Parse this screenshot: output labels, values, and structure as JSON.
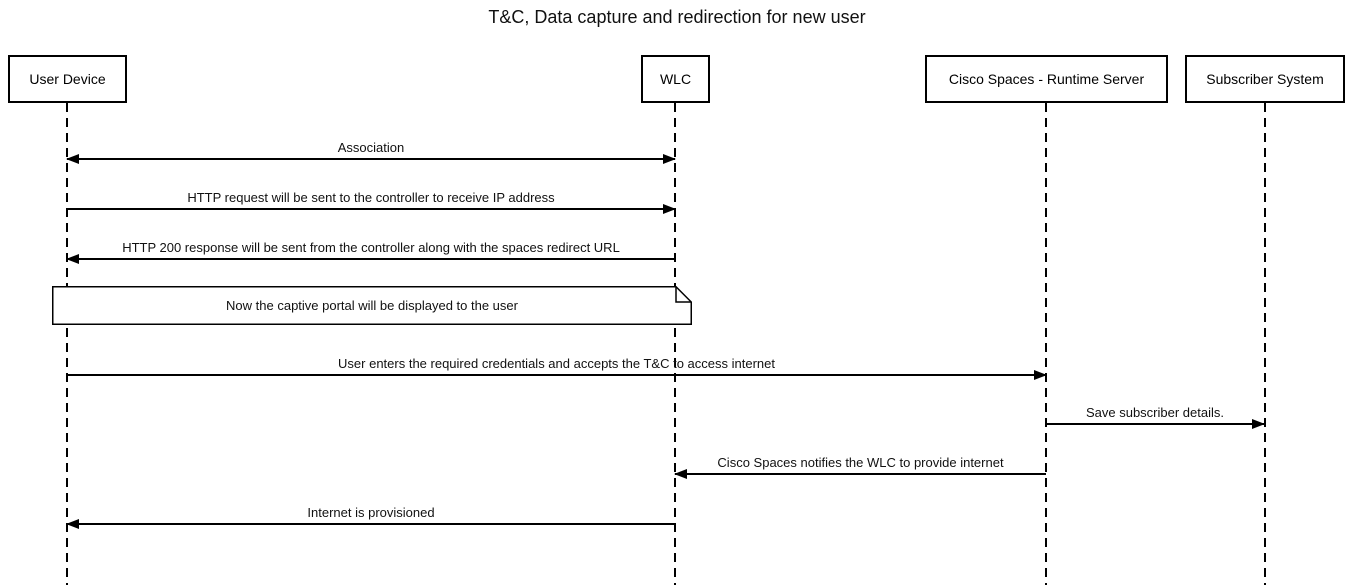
{
  "title": "T&C, Data capture and redirection for new user",
  "diagram_type": "sequence-diagram",
  "actors": [
    {
      "name": "User Device"
    },
    {
      "name": "WLC"
    },
    {
      "name": "Cisco Spaces - Runtime Server"
    },
    {
      "name": "Subscriber System"
    }
  ],
  "messages": [
    {
      "label": "Association",
      "from": "User Device",
      "to": "WLC",
      "direction": "both"
    },
    {
      "label": "HTTP request will be sent to the controller to receive IP address",
      "from": "User Device",
      "to": "WLC",
      "direction": "right"
    },
    {
      "label": "HTTP 200 response will be sent from the controller along with the spaces redirect URL",
      "from": "WLC",
      "to": "User Device",
      "direction": "left"
    },
    {
      "label": "User enters the required credentials and accepts the T&C to access internet",
      "from": "User Device",
      "to": "Cisco Spaces - Runtime Server",
      "direction": "right"
    },
    {
      "label": "Save subscriber details.",
      "from": "Cisco Spaces - Runtime Server",
      "to": "Subscriber System",
      "direction": "right"
    },
    {
      "label": "Cisco Spaces notifies the WLC to provide internet",
      "from": "Cisco Spaces - Runtime Server",
      "to": "WLC",
      "direction": "left"
    },
    {
      "label": "Internet is provisioned",
      "from": "WLC",
      "to": "User Device",
      "direction": "left"
    }
  ],
  "note": {
    "text": "Now the captive portal will be displayed to the user",
    "over": "User Device, WLC"
  },
  "colors": {
    "line": "#000000",
    "background": "#ffffff",
    "note_fill": "#ffffff",
    "text": "#111111"
  }
}
